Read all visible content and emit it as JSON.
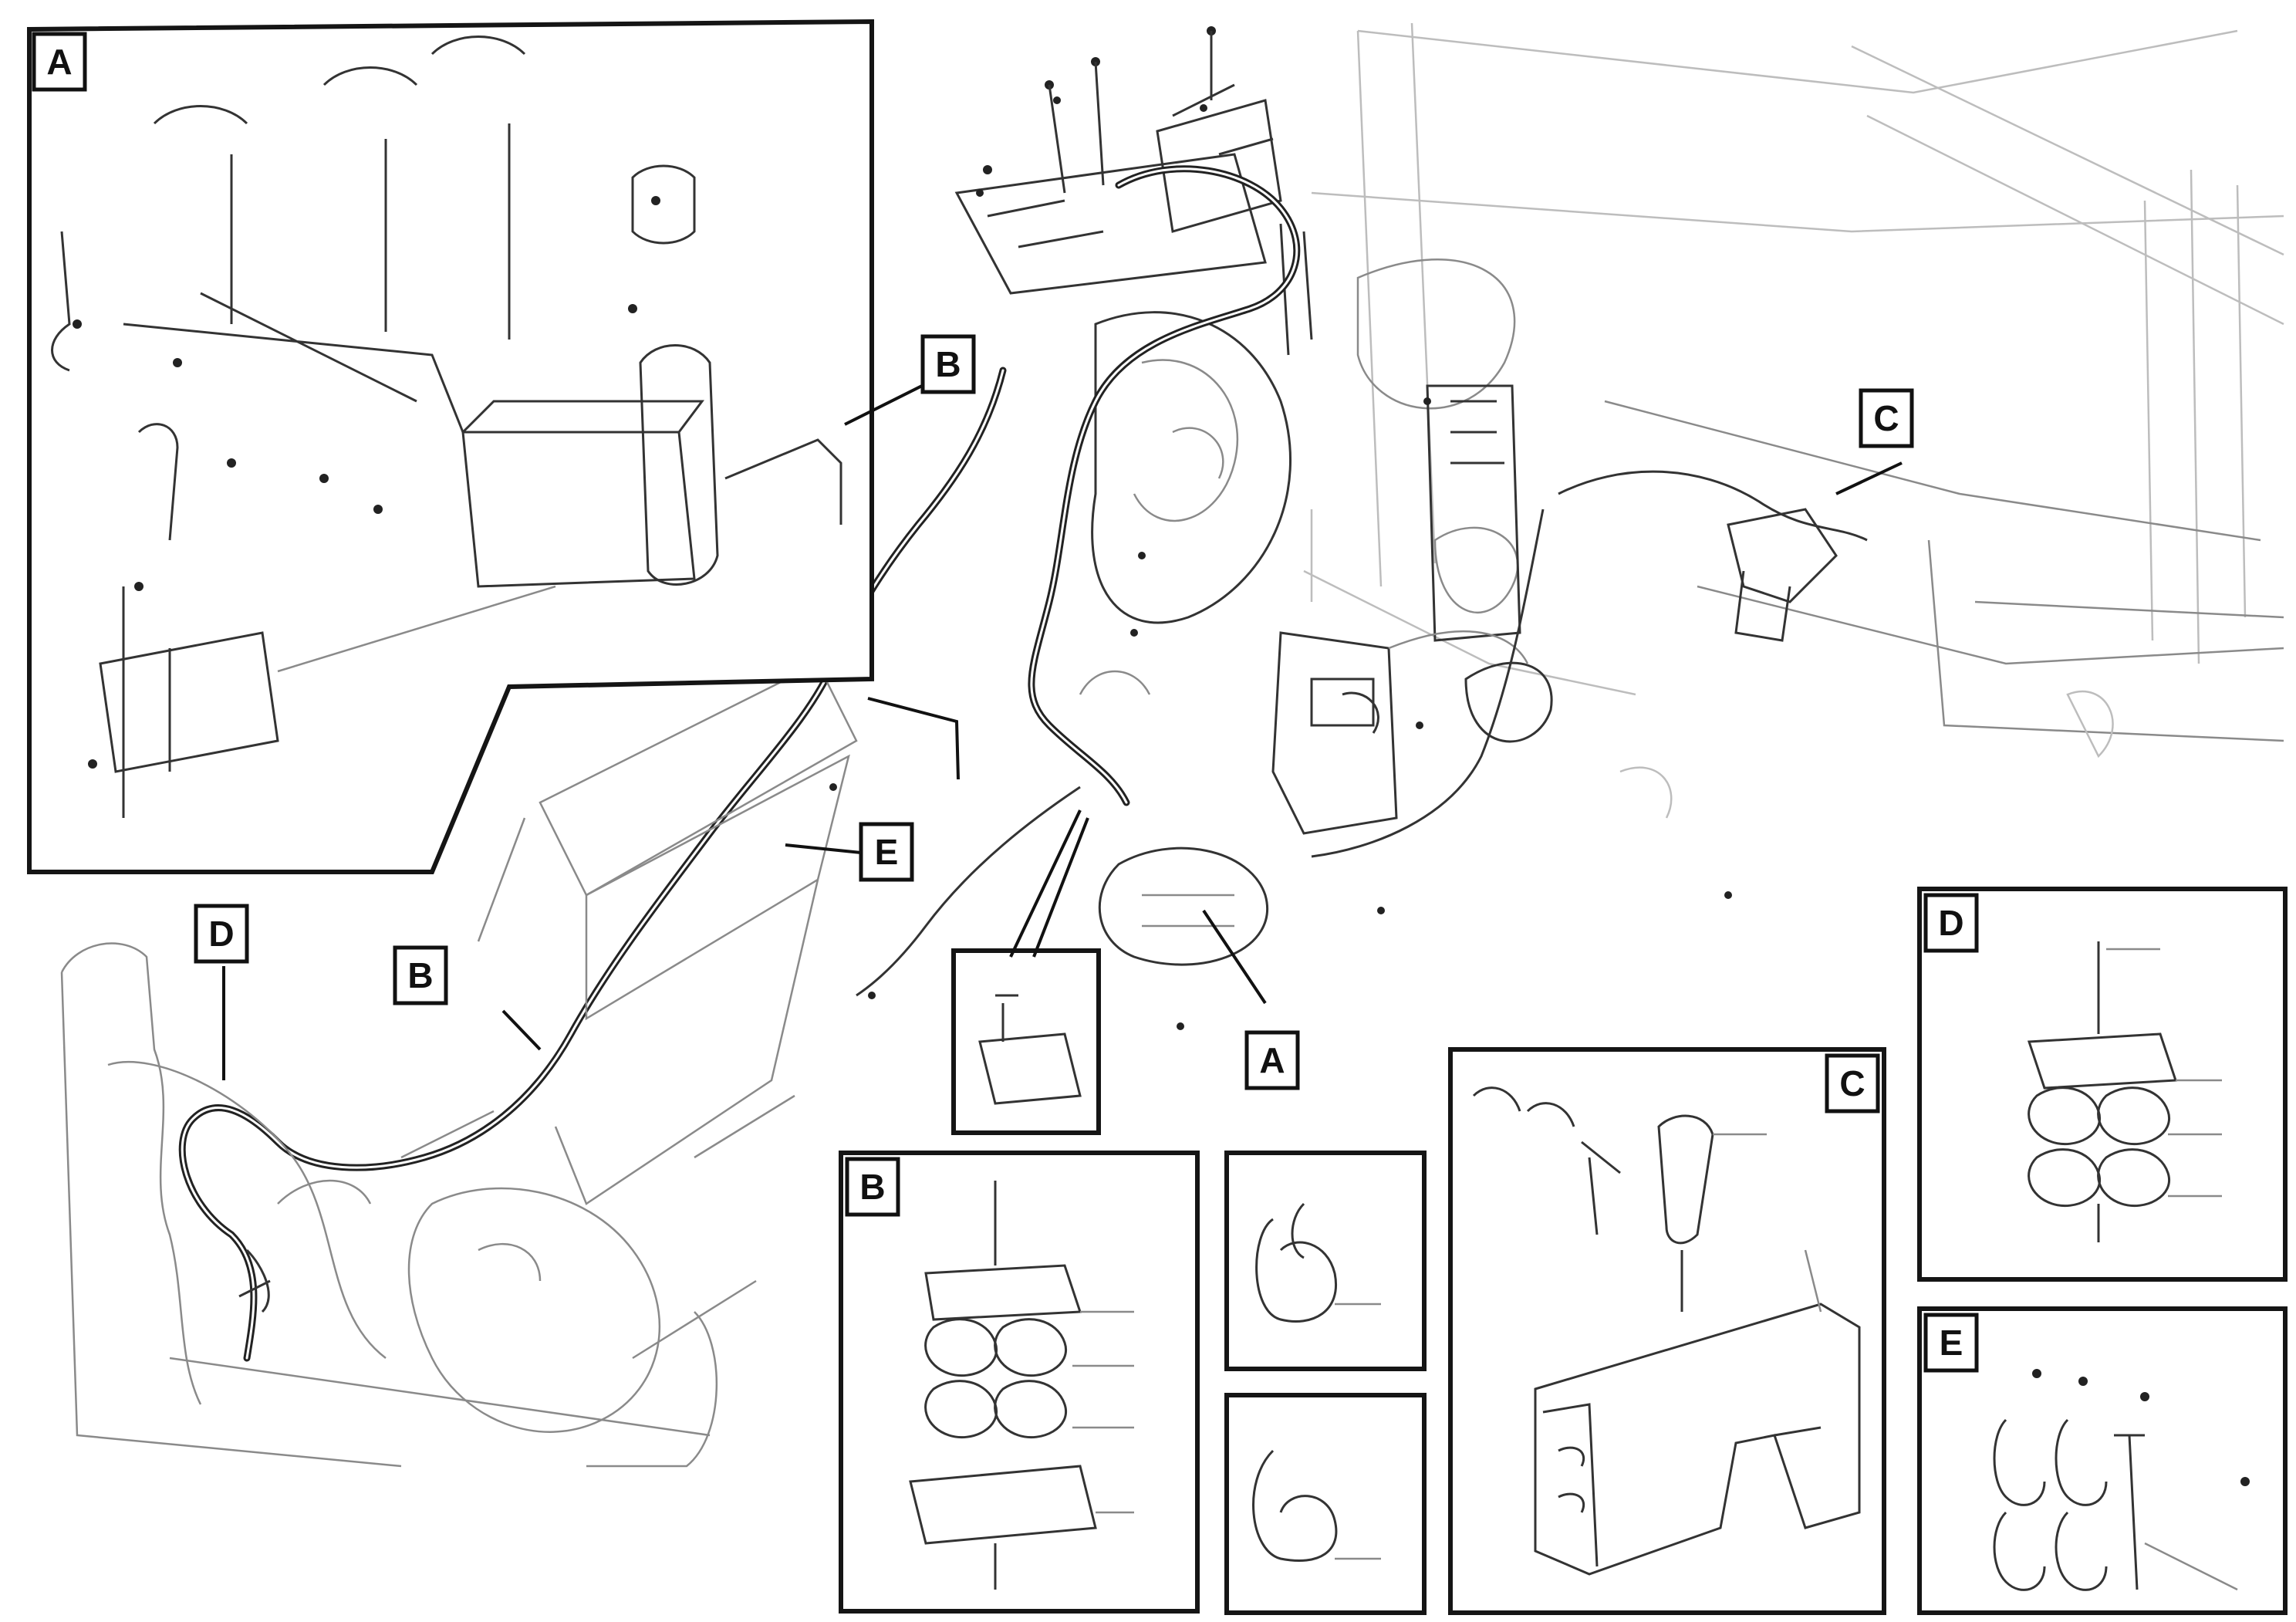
{
  "callouts": {
    "a_inset": "A",
    "a_main": "A",
    "b_upper": "B",
    "b_lower": "B",
    "b_inset": "B",
    "c_main": "C",
    "c_inset": "C",
    "d_main": "D",
    "d_inset": "D",
    "e_main": "E",
    "e_inset": "E"
  },
  "footer": {
    "line1": "",
    "line2": "",
    "drawing_code": ""
  }
}
